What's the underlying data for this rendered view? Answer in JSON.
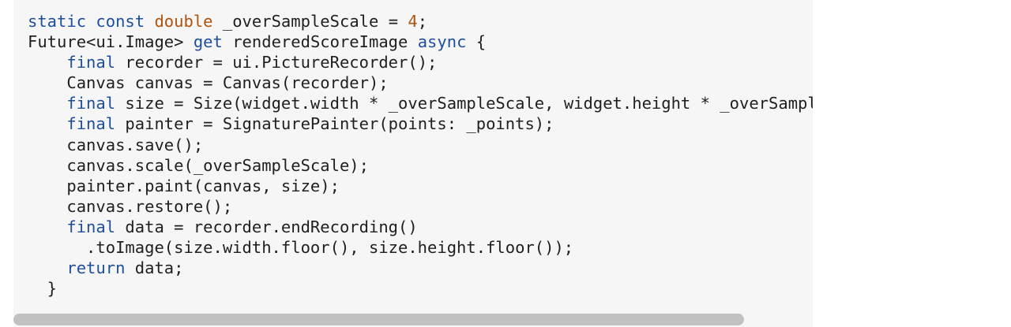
{
  "code": {
    "lines": [
      [
        {
          "k": "kw",
          "t": "static"
        },
        {
          "k": "plain",
          "t": " "
        },
        {
          "k": "kw",
          "t": "const"
        },
        {
          "k": "plain",
          "t": " "
        },
        {
          "k": "type",
          "t": "double"
        },
        {
          "k": "plain",
          "t": " _overSampleScale = "
        },
        {
          "k": "num",
          "t": "4"
        },
        {
          "k": "plain",
          "t": ";"
        }
      ],
      [
        {
          "k": "plain",
          "t": "Future<ui.Image> "
        },
        {
          "k": "kw",
          "t": "get"
        },
        {
          "k": "plain",
          "t": " renderedScoreImage "
        },
        {
          "k": "kw",
          "t": "async"
        },
        {
          "k": "plain",
          "t": " {"
        }
      ],
      [
        {
          "k": "plain",
          "t": "    "
        },
        {
          "k": "kw",
          "t": "final"
        },
        {
          "k": "plain",
          "t": " recorder = ui.PictureRecorder();"
        }
      ],
      [
        {
          "k": "plain",
          "t": "    Canvas canvas = Canvas(recorder);"
        }
      ],
      [
        {
          "k": "plain",
          "t": "    "
        },
        {
          "k": "kw",
          "t": "final"
        },
        {
          "k": "plain",
          "t": " size = Size(widget.width * _overSampleScale, widget.height * _overSampleScale);"
        }
      ],
      [
        {
          "k": "plain",
          "t": "    "
        },
        {
          "k": "kw",
          "t": "final"
        },
        {
          "k": "plain",
          "t": " painter = SignaturePainter(points: _points);"
        }
      ],
      [
        {
          "k": "plain",
          "t": "    canvas.save();"
        }
      ],
      [
        {
          "k": "plain",
          "t": "    canvas.scale(_overSampleScale);"
        }
      ],
      [
        {
          "k": "plain",
          "t": "    painter.paint(canvas, size);"
        }
      ],
      [
        {
          "k": "plain",
          "t": "    canvas.restore();"
        }
      ],
      [
        {
          "k": "plain",
          "t": "    "
        },
        {
          "k": "kw",
          "t": "final"
        },
        {
          "k": "plain",
          "t": " data = recorder.endRecording()"
        }
      ],
      [
        {
          "k": "plain",
          "t": "      .toImage(size.width.floor(), size.height.floor());"
        }
      ],
      [
        {
          "k": "plain",
          "t": "    "
        },
        {
          "k": "kw",
          "t": "return"
        },
        {
          "k": "plain",
          "t": " data;"
        }
      ],
      [
        {
          "k": "plain",
          "t": "  }"
        }
      ]
    ]
  },
  "colors": {
    "keyword": "#1d4f9c",
    "type": "#b0530c",
    "number": "#b0530c",
    "text": "#1f1f1f",
    "background": "#f6f6f6",
    "scrollbar_thumb": "#c1c1c1"
  }
}
